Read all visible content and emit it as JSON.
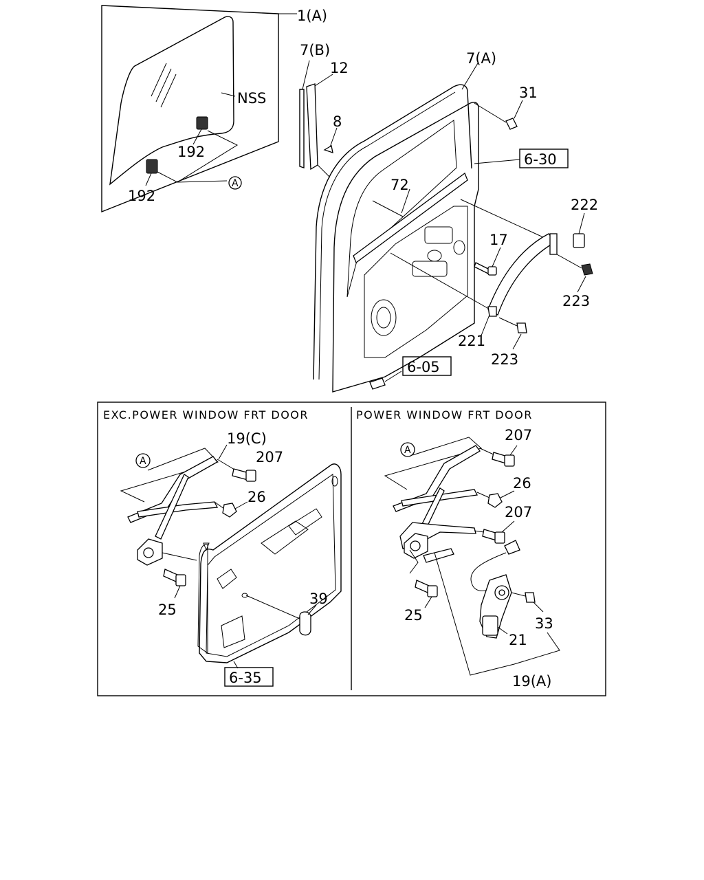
{
  "labels": {
    "glass_assy": "1(A)",
    "nss": "NSS",
    "clip_192_upper": "192",
    "clip_192_lower": "192",
    "ref_a_top": "A",
    "channel_7b": "7(B)",
    "part_12": "12",
    "part_8": "8",
    "weatherstrip_7a": "7(A)",
    "part_31": "31",
    "part_72": "72",
    "part_17": "17",
    "part_222": "222",
    "part_223_right": "223",
    "part_221": "221",
    "part_223_lower": "223",
    "ref_6_30": "6-30",
    "ref_6_05": "6-05",
    "left_19c": "19(C)",
    "left_207": "207",
    "left_26": "26",
    "left_25": "25",
    "left_39": "39",
    "left_ref_a": "A",
    "ref_6_35": "6-35",
    "right_207_top": "207",
    "right_26": "26",
    "right_207_mid": "207",
    "right_25": "25",
    "right_33": "33",
    "right_21": "21",
    "right_19a": "19(A)",
    "right_ref_a": "A"
  },
  "panels": {
    "left_title": "EXC.POWER WINDOW FRT DOOR",
    "right_title": "POWER WINDOW FRT DOOR"
  }
}
